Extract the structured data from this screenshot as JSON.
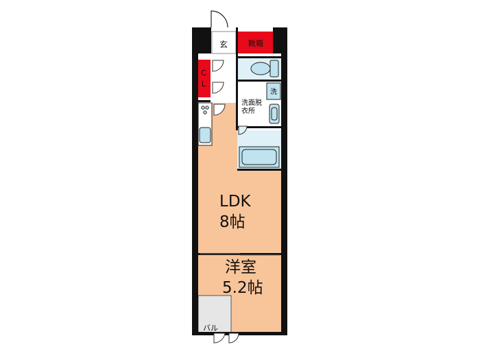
{
  "rooms": {
    "ldk": {
      "name": "LDK",
      "size": "8帖"
    },
    "western": {
      "name": "洋室",
      "size": "5.2帖"
    },
    "entrance": {
      "label": "玄"
    },
    "shoe_box": {
      "label": "靴箱"
    },
    "closet": {
      "label_top": "C",
      "label_bottom": "L"
    },
    "washroom": {
      "line1": "洗面脱",
      "line2": "衣所"
    },
    "washer": {
      "label": "洗"
    },
    "balcony": {
      "label": "バル"
    }
  },
  "colors": {
    "room_fill": "#f8c49a",
    "storage_red": "#e8091a",
    "fixture_blue": "#bfe3ef",
    "fixture_stroke": "#222222",
    "wall": "#111111",
    "corridor": "#ffffff",
    "balcony_fill": "#e6e6e6"
  },
  "icons": {
    "door": "door-swing-icon",
    "toilet": "toilet-icon",
    "bathtub": "bathtub-icon",
    "sink": "sink-icon",
    "stove": "stove-icon",
    "kitchen_sink": "kitchen-sink-icon"
  }
}
